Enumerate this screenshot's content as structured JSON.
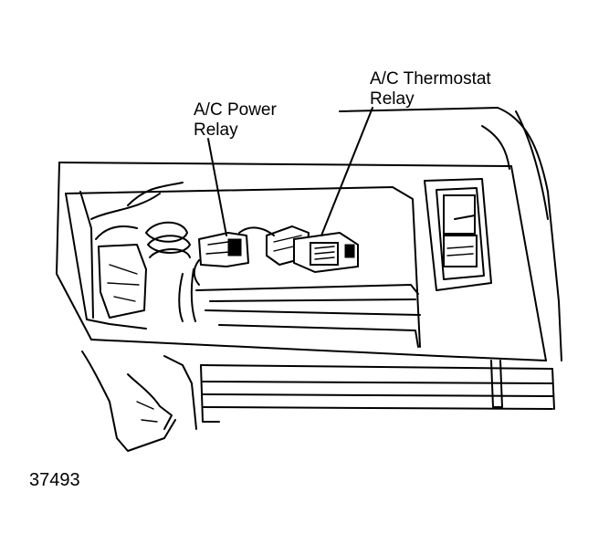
{
  "labels": {
    "power_relay_line1": "A/C Power",
    "power_relay_line2": "Relay",
    "thermostat_relay_line1": "A/C Thermostat",
    "thermostat_relay_line2": "Relay"
  },
  "figure_number": "37493"
}
